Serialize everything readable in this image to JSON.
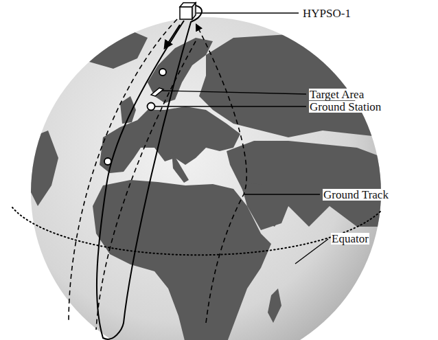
{
  "diagram": {
    "labels": [
      "HYPSO-1",
      "Target Area",
      "Ground Station",
      "Ground Track",
      "Equator"
    ]
  }
}
